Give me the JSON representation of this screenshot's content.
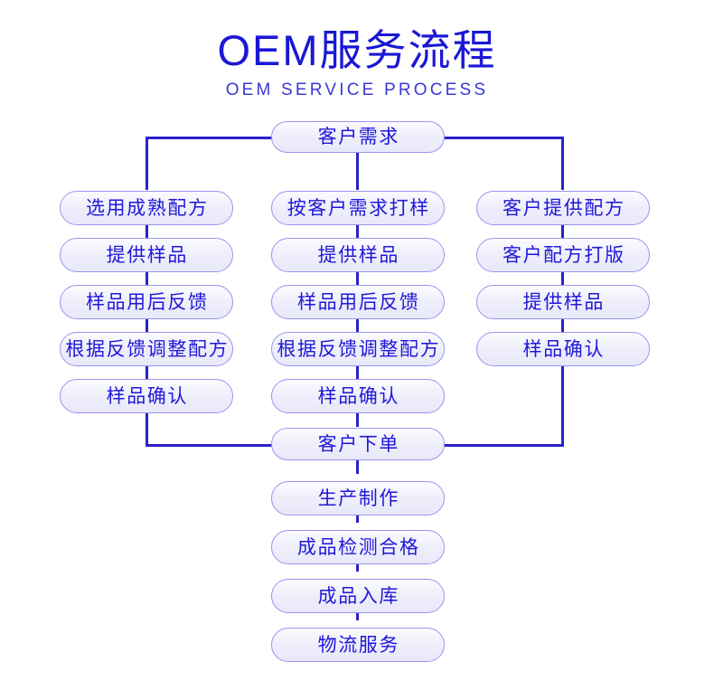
{
  "header": {
    "title": "OEM服务流程",
    "subtitle": "OEM SERVICE PROCESS"
  },
  "chart_data": {
    "type": "diagram",
    "diagram_kind": "flowchart",
    "title": "OEM服务流程",
    "subtitle": "OEM SERVICE PROCESS",
    "colors": {
      "text": "#2018d8",
      "box_border": "#9a95ef",
      "box_fill": "#eeeefb",
      "connector": "#2a22c8",
      "background": "#ffffff"
    },
    "nodes": [
      {
        "id": "start",
        "label": "客户需求",
        "branch": "top"
      },
      {
        "id": "l1",
        "label": "选用成熟配方",
        "branch": "left"
      },
      {
        "id": "l2",
        "label": "提供样品",
        "branch": "left"
      },
      {
        "id": "l3",
        "label": "样品用后反馈",
        "branch": "left"
      },
      {
        "id": "l4",
        "label": "根据反馈调整配方",
        "branch": "left"
      },
      {
        "id": "l5",
        "label": "样品确认",
        "branch": "left"
      },
      {
        "id": "m1",
        "label": "按客户需求打样",
        "branch": "middle"
      },
      {
        "id": "m2",
        "label": "提供样品",
        "branch": "middle"
      },
      {
        "id": "m3",
        "label": "样品用后反馈",
        "branch": "middle"
      },
      {
        "id": "m4",
        "label": "根据反馈调整配方",
        "branch": "middle"
      },
      {
        "id": "m5",
        "label": "样品确认",
        "branch": "middle"
      },
      {
        "id": "r1",
        "label": "客户提供配方",
        "branch": "right"
      },
      {
        "id": "r2",
        "label": "客户配方打版",
        "branch": "right"
      },
      {
        "id": "r3",
        "label": "提供样品",
        "branch": "right"
      },
      {
        "id": "r4",
        "label": "样品确认",
        "branch": "right"
      },
      {
        "id": "order",
        "label": "客户下单",
        "branch": "trunk"
      },
      {
        "id": "t1",
        "label": "生产制作",
        "branch": "trunk"
      },
      {
        "id": "t2",
        "label": "成品检测合格",
        "branch": "trunk"
      },
      {
        "id": "t3",
        "label": "成品入库",
        "branch": "trunk"
      },
      {
        "id": "t4",
        "label": "物流服务",
        "branch": "trunk"
      }
    ],
    "edges": [
      {
        "from": "start",
        "to": "l1"
      },
      {
        "from": "start",
        "to": "m1"
      },
      {
        "from": "start",
        "to": "r1"
      },
      {
        "from": "l1",
        "to": "l2"
      },
      {
        "from": "l2",
        "to": "l3"
      },
      {
        "from": "l3",
        "to": "l4"
      },
      {
        "from": "l4",
        "to": "l5"
      },
      {
        "from": "m1",
        "to": "m2"
      },
      {
        "from": "m2",
        "to": "m3"
      },
      {
        "from": "m3",
        "to": "m4"
      },
      {
        "from": "m4",
        "to": "m5"
      },
      {
        "from": "r1",
        "to": "r2"
      },
      {
        "from": "r2",
        "to": "r3"
      },
      {
        "from": "r3",
        "to": "r4"
      },
      {
        "from": "l5",
        "to": "order"
      },
      {
        "from": "m5",
        "to": "order"
      },
      {
        "from": "r4",
        "to": "order"
      },
      {
        "from": "order",
        "to": "t1"
      },
      {
        "from": "t1",
        "to": "t2"
      },
      {
        "from": "t2",
        "to": "t3"
      },
      {
        "from": "t3",
        "to": "t4"
      }
    ]
  },
  "flow": {
    "start": "客户需求",
    "left_column": [
      "选用成熟配方",
      "提供样品",
      "样品用后反馈",
      "根据反馈调整配方",
      "样品确认"
    ],
    "middle_column": [
      "按客户需求打样",
      "提供样品",
      "样品用后反馈",
      "根据反馈调整配方",
      "样品确认"
    ],
    "right_column": [
      "客户提供配方",
      "客户配方打版",
      "提供样品",
      "样品确认"
    ],
    "trunk": [
      "客户下单",
      "生产制作",
      "成品检测合格",
      "成品入库",
      "物流服务"
    ]
  }
}
